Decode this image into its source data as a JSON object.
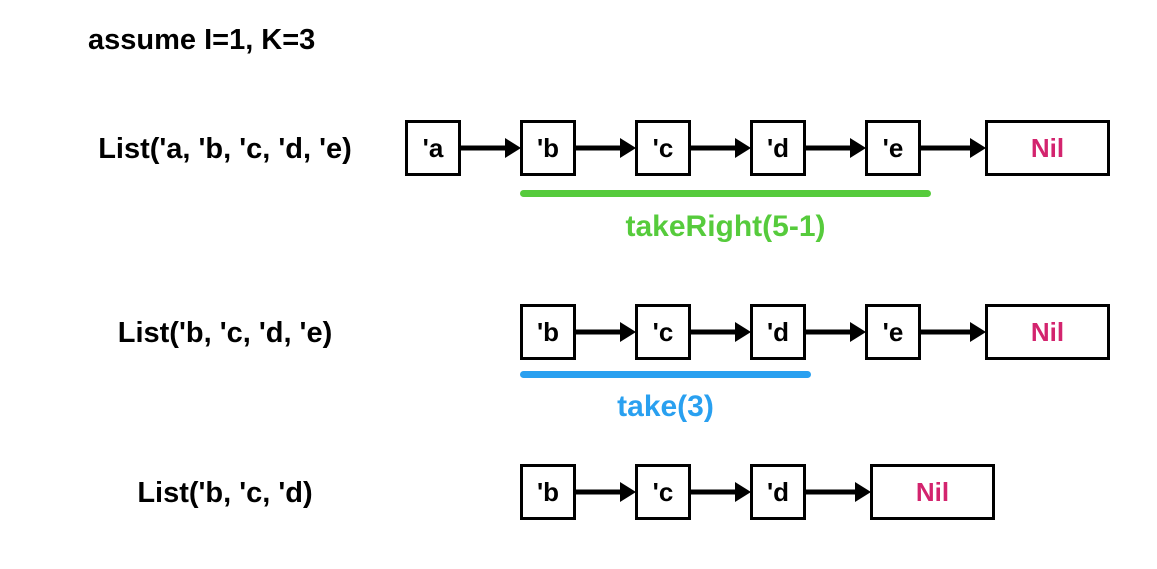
{
  "title": "assume I=1, K=3",
  "colors": {
    "green": "#56cb3c",
    "blue": "#29a0f0",
    "pink": "#d3246e",
    "black": "#000000"
  },
  "rows": [
    {
      "label": "List('a, 'b, 'c, 'd, 'e)",
      "nodes": [
        "'a",
        "'b",
        "'c",
        "'d",
        "'e"
      ],
      "nil": "Nil",
      "annotation": {
        "text": "takeRight(5-1)",
        "color": "green"
      }
    },
    {
      "label": "List('b, 'c, 'd, 'e)",
      "nodes": [
        "'b",
        "'c",
        "'d",
        "'e"
      ],
      "nil": "Nil",
      "annotation": {
        "text": "take(3)",
        "color": "blue"
      }
    },
    {
      "label": "List('b, 'c, 'd)",
      "nodes": [
        "'b",
        "'c",
        "'d"
      ],
      "nil": "Nil",
      "annotation": null
    }
  ]
}
